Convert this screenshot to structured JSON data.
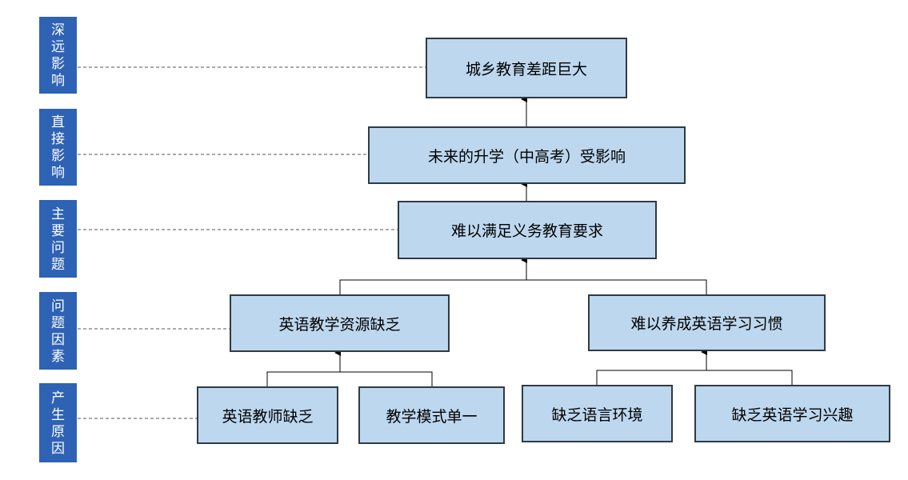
{
  "colors": {
    "tab_bg": "#2E62B5",
    "tab_text": "#FFFFFF",
    "node_fill": "#BDD7EE",
    "node_border": "#2F3B45",
    "connector": "#000000",
    "guide_line": "#555555"
  },
  "levels": [
    {
      "id": "far",
      "label_chars": [
        "深",
        "远",
        "影",
        "响"
      ]
    },
    {
      "id": "direct",
      "label_chars": [
        "直",
        "接",
        "影",
        "响"
      ]
    },
    {
      "id": "main",
      "label_chars": [
        "主",
        "要",
        "问",
        "题"
      ]
    },
    {
      "id": "factor",
      "label_chars": [
        "问",
        "题",
        "因",
        "素"
      ]
    },
    {
      "id": "cause",
      "label_chars": [
        "产",
        "生",
        "原",
        "因"
      ]
    }
  ],
  "nodes": {
    "gap": "城乡教育差距巨大",
    "future": "未来的升学（中高考）受影响",
    "requirement": "难以满足义务教育要求",
    "resources": "英语教学资源缺乏",
    "habits": "难以养成英语学习习惯",
    "teachers": "英语教师缺乏",
    "mode": "教学模式单一",
    "environment": "缺乏语言环境",
    "interest": "缺乏英语学习兴趣"
  }
}
